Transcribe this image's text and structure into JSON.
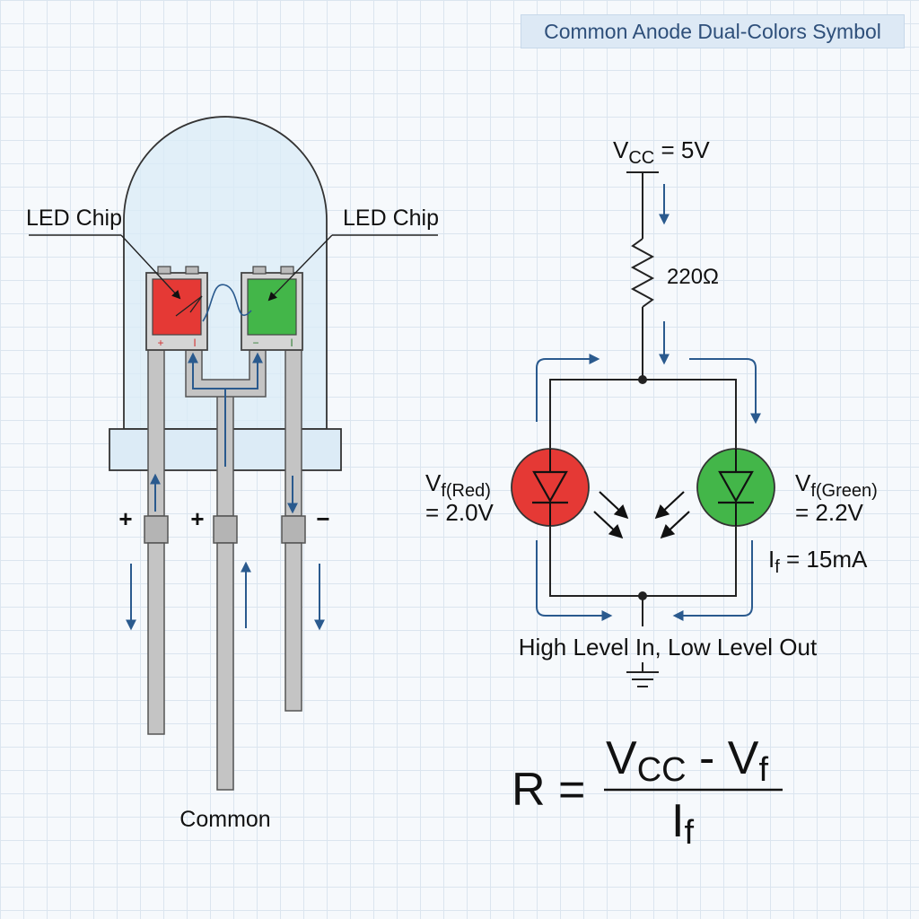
{
  "title": "Common Anode Dual-Colors Symbol",
  "colors": {
    "red": "#e53935",
    "green": "#43b649",
    "blue_arrow": "#2a5a8e",
    "wire": "#222222"
  },
  "led": {
    "chip_label_left": "LED Chip",
    "chip_label_right": "LED Chip",
    "lead_left_sign": "+",
    "lead_center_sign": "+",
    "lead_right_sign": "−",
    "chip_red_marks": {
      "plus": "+",
      "minus": "I"
    },
    "chip_green_marks": {
      "plus": "−",
      "minus": "I"
    },
    "common_label": "Common"
  },
  "circuit": {
    "vcc": {
      "main": "V",
      "sub": "CC",
      "value": " = 5V"
    },
    "resistor": "220Ω",
    "vf_red": {
      "main": "V",
      "sub": "f(Red)",
      "value": "= 2.0V"
    },
    "vf_green": {
      "main": "V",
      "sub": "f(Green)",
      "value": "= 2.2V"
    },
    "current": {
      "main": "I",
      "sub": "f",
      "value": " = 15mA"
    },
    "level_text": "High Level In,  Low Level Out"
  },
  "formula": {
    "lhs": "R =",
    "num_main": "V",
    "num_sub": "CC",
    "num_mid": " - V",
    "num_sub2": "f",
    "den_main": "I",
    "den_sub": "f"
  }
}
